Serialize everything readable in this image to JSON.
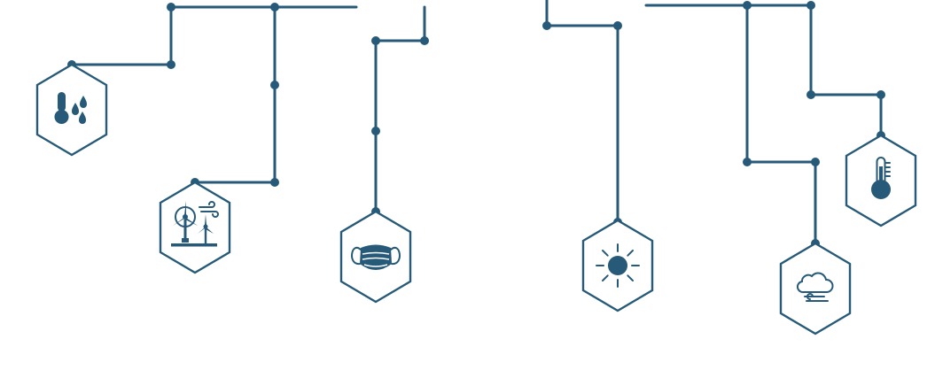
{
  "theme": {
    "line_color": "#265a78",
    "background": "#ffffff"
  },
  "nodes": [
    {
      "id": "humidity",
      "icon": "thermometer-droplets-icon"
    },
    {
      "id": "wind",
      "icon": "wind-turbines-icon"
    },
    {
      "id": "air-quality",
      "icon": "face-mask-icon"
    },
    {
      "id": "sun",
      "icon": "sun-icon"
    },
    {
      "id": "weather",
      "icon": "cloud-wind-icon"
    },
    {
      "id": "temperature",
      "icon": "thermometer-icon"
    }
  ]
}
